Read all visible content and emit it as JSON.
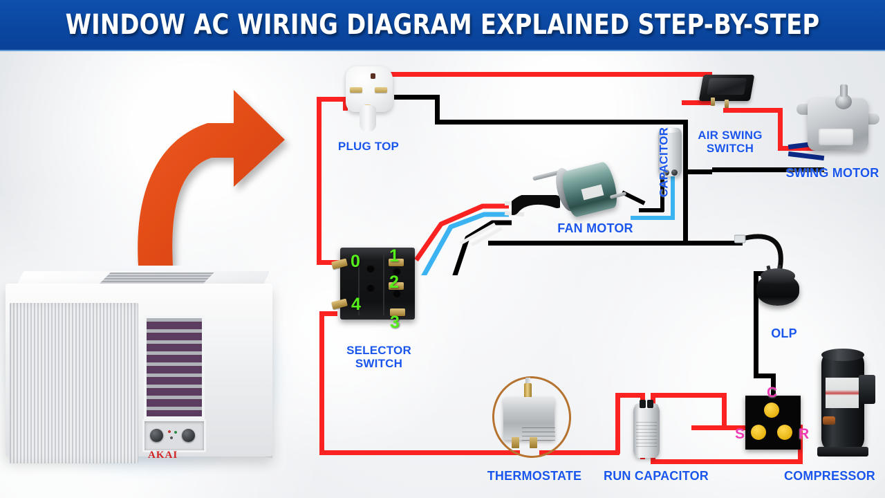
{
  "banner": {
    "title": "WINDOW AC WIRING DIAGRAM EXPLAINED STEP-BY-STEP",
    "bg_color": "#0a47a0",
    "text_color": "#ffffff"
  },
  "theme": {
    "label_color": "#1b56ec",
    "terminal_number_color": "#56ef1c",
    "terminal_letter_color": "#f03cb4",
    "wire_red": "#fb2222",
    "wire_black": "#000000",
    "wire_light_blue": "#3bb3f0",
    "wire_navy": "#0d2a86",
    "arrow_color": "#e04a18",
    "background": "#eceef1"
  },
  "product": {
    "brand": "AKAI",
    "name": "window-air-conditioner"
  },
  "arrow": {
    "name": "pointer-arrow",
    "direction": "curved-right"
  },
  "components": [
    {
      "id": "plug-top",
      "label": "PLUG TOP"
    },
    {
      "id": "selector-switch",
      "label": "SELECTOR\nSWITCH"
    },
    {
      "id": "fan-motor",
      "label": "FAN MOTOR"
    },
    {
      "id": "capacitor",
      "label": "CAPACITOR"
    },
    {
      "id": "air-swing-switch",
      "label": "AIR SWING\nSWITCH"
    },
    {
      "id": "swing-motor",
      "label": "SWING MOTOR"
    },
    {
      "id": "olp",
      "label": "OLP"
    },
    {
      "id": "thermostat",
      "label": "THERMOSTATE"
    },
    {
      "id": "run-capacitor",
      "label": "RUN CAPACITOR"
    },
    {
      "id": "compressor",
      "label": "COMPRESSOR"
    }
  ],
  "selector_terminals": [
    {
      "id": "t0",
      "label": "0"
    },
    {
      "id": "t1",
      "label": "1"
    },
    {
      "id": "t2",
      "label": "2"
    },
    {
      "id": "t4",
      "label": "4"
    },
    {
      "id": "t3",
      "label": "3"
    }
  ],
  "compressor_terminals": [
    {
      "id": "tc",
      "label": "C"
    },
    {
      "id": "ts",
      "label": "S"
    },
    {
      "id": "tr",
      "label": "R"
    }
  ],
  "wiring": {
    "red_paths": [
      "plug-top -> selector terminal 0",
      "plug-top -> air swing switch (top rail)",
      "air swing switch -> swing motor",
      "selector terminal 1 -> fan motor harness",
      "selector terminal 4 -> thermostat",
      "thermostat -> run capacitor",
      "run capacitor -> compressor S",
      "run capacitor -> compressor R"
    ],
    "black_paths": [
      "plug-top -> right rail -> capacitor / air swing common",
      "fan motor -> capacitor",
      "selector terminal 3 -> fan motor harness",
      "common rail -> OLP",
      "OLP -> compressor C"
    ],
    "blue_paths": [
      "selector terminal 2 -> fan motor harness",
      "capacitor -> fan motor"
    ],
    "navy_paths": [
      "swing motor leads"
    ]
  }
}
